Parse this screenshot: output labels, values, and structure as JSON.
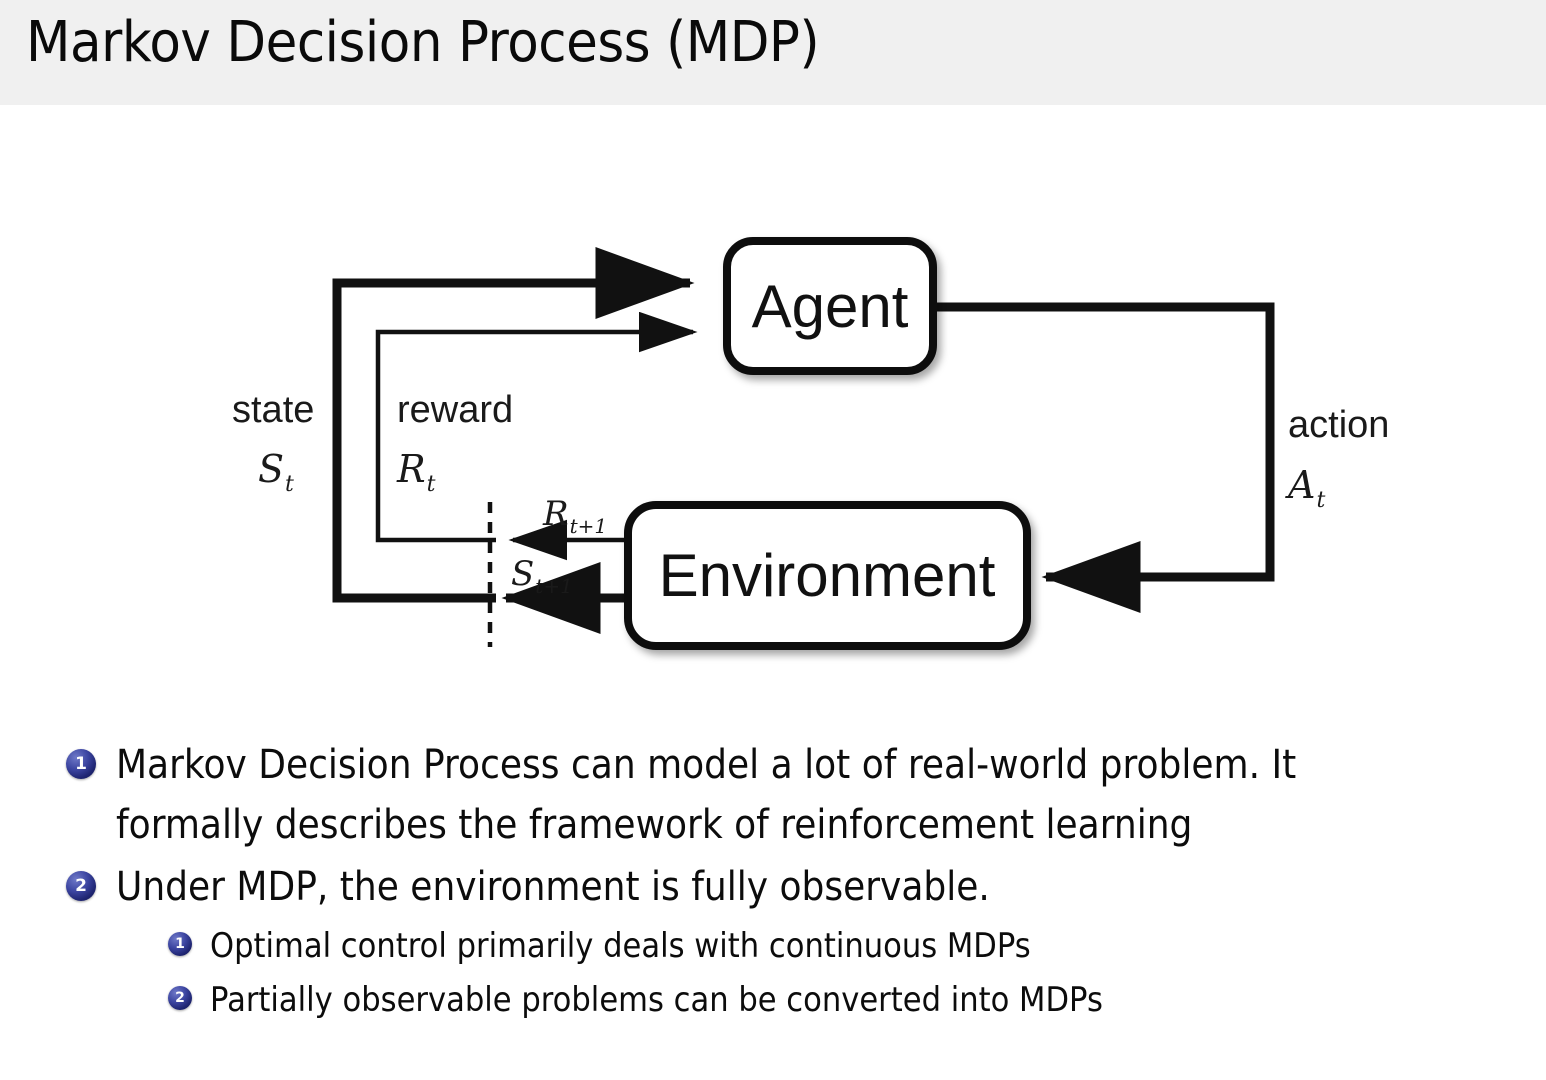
{
  "slide": {
    "title": "Markov Decision Process (MDP)",
    "title_bar_color": "#f0f0f0",
    "background_color": "#ffffff",
    "text_color": "#0c0c0c",
    "bullet_marker_color": "#25307f"
  },
  "diagram": {
    "name": "agent-environment-interaction-loop",
    "nodes": {
      "agent": "Agent",
      "environment": "Environment"
    },
    "edges": {
      "state_label": "state",
      "state_symbol": "S",
      "state_subscript": "t",
      "reward_label": "reward",
      "reward_symbol": "R",
      "reward_subscript": "t",
      "action_label": "action",
      "action_symbol": "A",
      "action_subscript": "t",
      "next_reward_symbol": "R",
      "next_reward_subscript": "t+1",
      "next_state_symbol": "S",
      "next_state_subscript": "t+1"
    }
  },
  "bullets": [
    {
      "marker": "1",
      "level": 1,
      "line1": "Markov Decision Process can model a lot of real-world problem. It",
      "line2": "formally describes the framework of reinforcement learning"
    },
    {
      "marker": "2",
      "level": 1,
      "line1": "Under MDP, the environment is fully observable.",
      "line2": ""
    },
    {
      "marker": "1",
      "level": 2,
      "line1": "Optimal control primarily deals with continuous MDPs",
      "line2": ""
    },
    {
      "marker": "2",
      "level": 2,
      "line1": "Partially observable problems can be converted into MDPs",
      "line2": ""
    }
  ]
}
